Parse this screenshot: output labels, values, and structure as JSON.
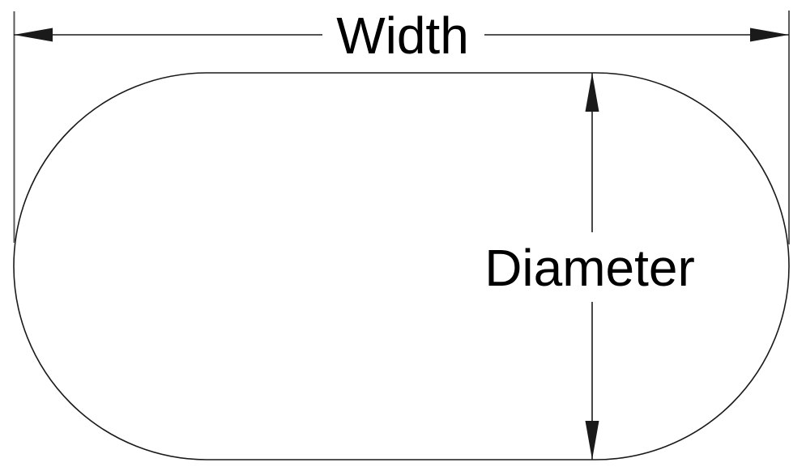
{
  "diagram": {
    "shape": {
      "type": "stadium",
      "description": "rounded-end rectangle (obround) outline"
    },
    "annotations": [
      {
        "label": "Width",
        "type": "linear-dimension",
        "orientation": "horizontal",
        "position": "top",
        "arrow_style": "filled-triangle-outward"
      },
      {
        "label": "Diameter",
        "type": "linear-dimension",
        "orientation": "vertical",
        "position": "through-right-arc-center",
        "arrow_style": "filled-triangle-outward"
      }
    ]
  },
  "colors": {
    "background": "#ffffff",
    "outline": "#1a1a1a",
    "dimension": "#1a1a1a",
    "extension": "#5a5a5a",
    "text": "#000000"
  }
}
